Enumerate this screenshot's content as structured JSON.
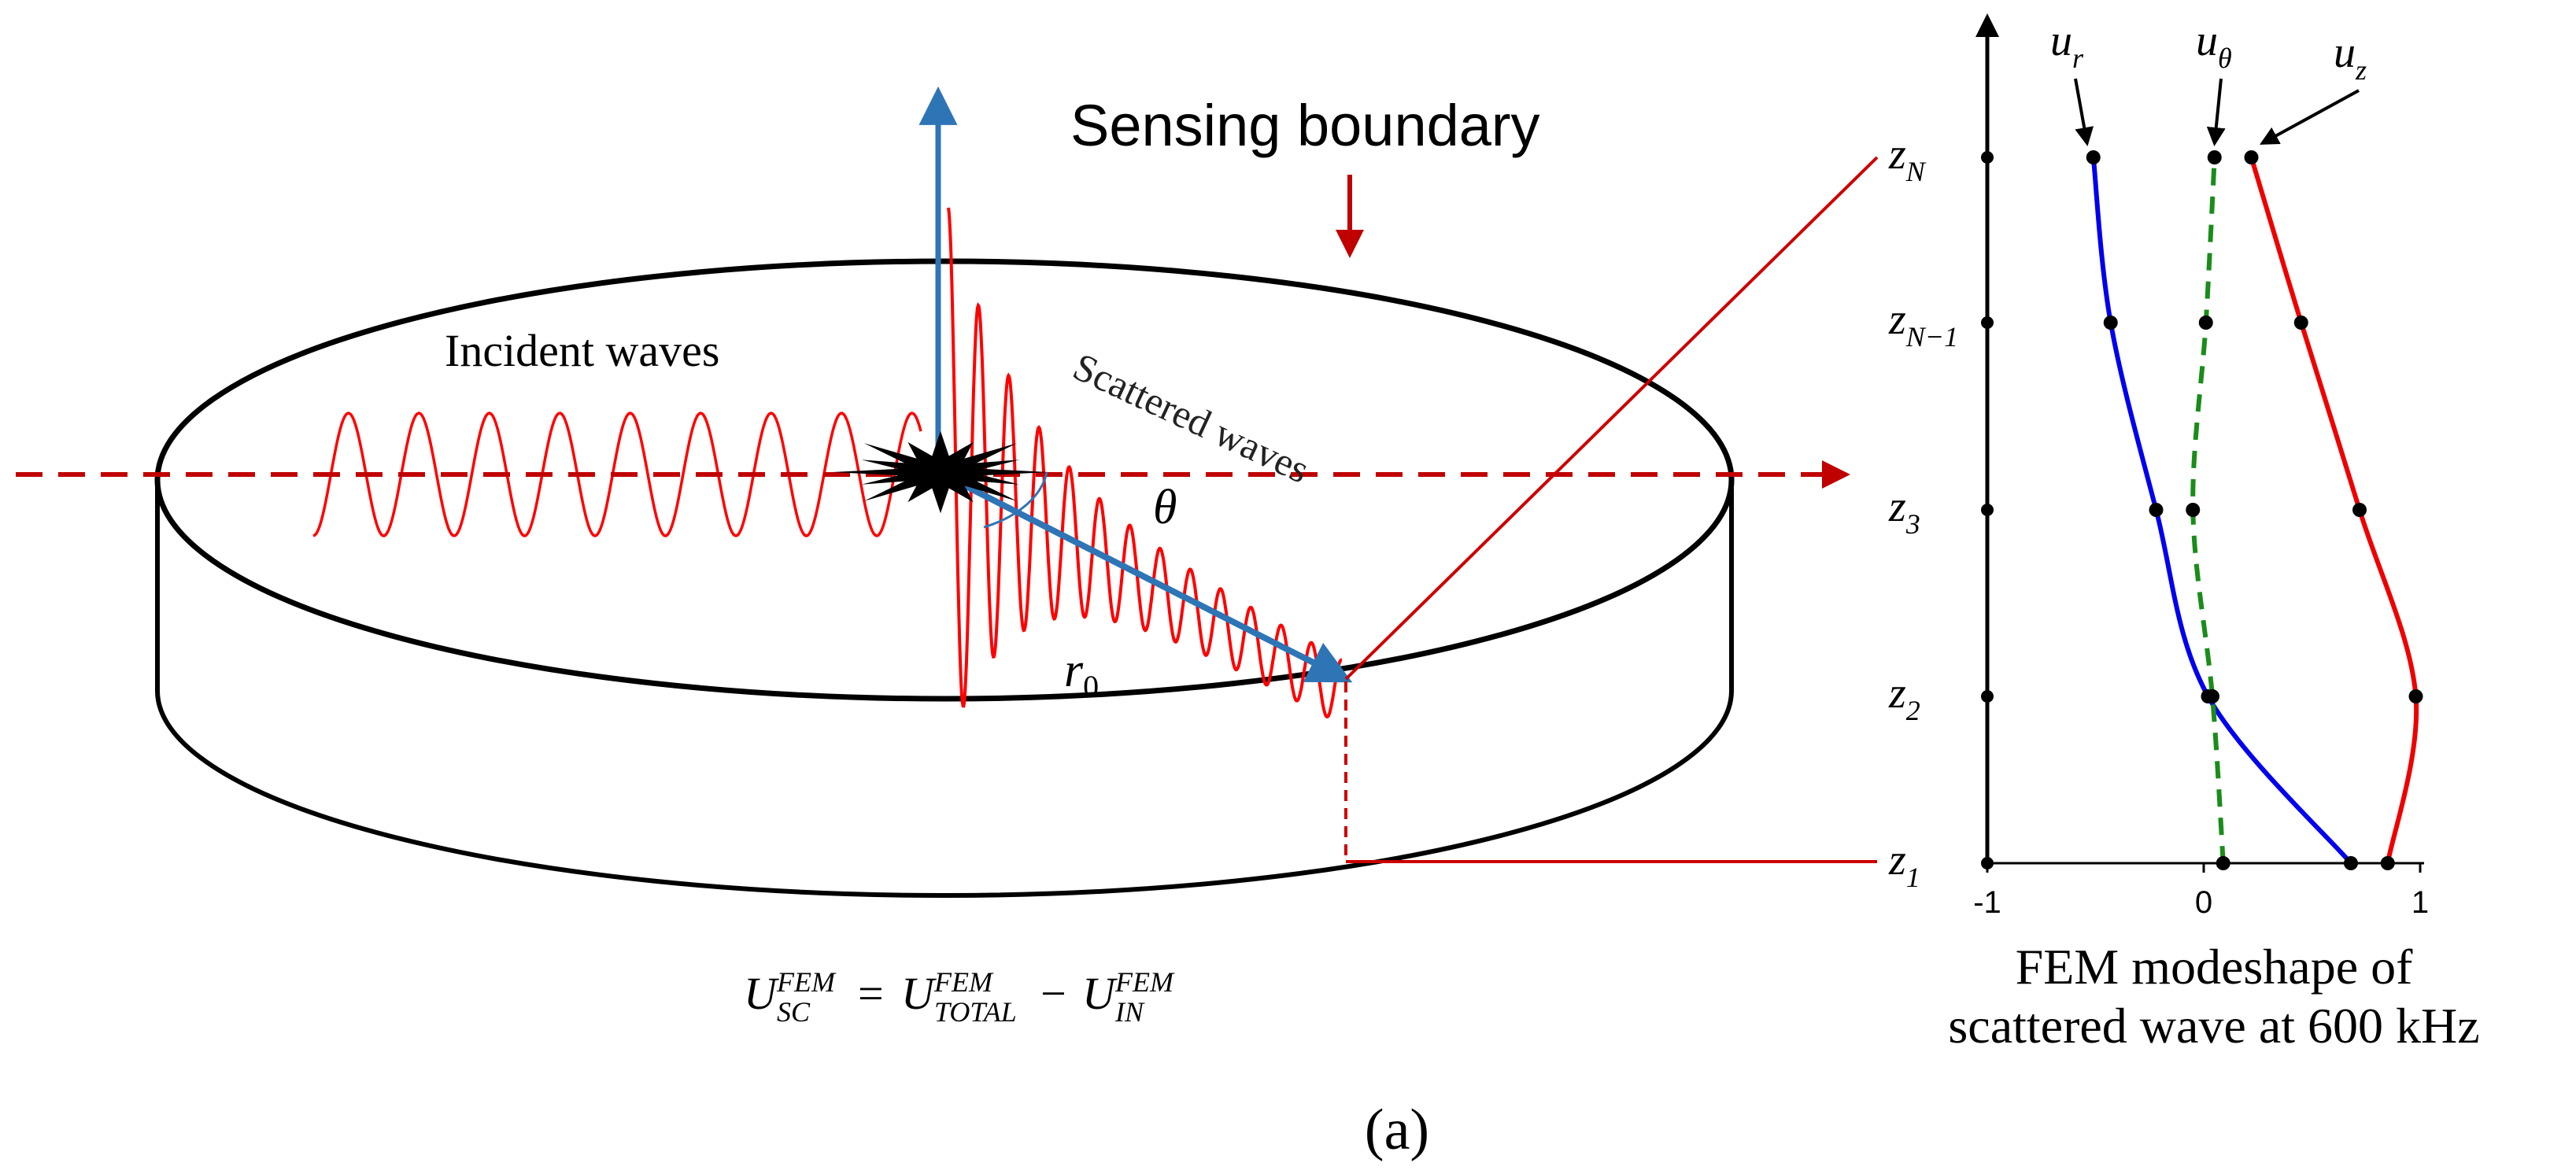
{
  "labels": {
    "sensing_boundary": "Sensing boundary",
    "incident_waves": "Incident waves",
    "scattered_waves": "Scattered waves",
    "theta": "θ",
    "r0_main": "r",
    "r0_sub": "0",
    "equation": {
      "lhs_main": "U",
      "lhs_sup": "FEM",
      "lhs_sub": "SC",
      "eq": "=",
      "t1_main": "U",
      "t1_sup": "FEM",
      "t1_sub": "TOTAL",
      "minus": "−",
      "t2_main": "U",
      "t2_sup": "FEM",
      "t2_sub": "IN"
    },
    "caption_line1": "FEM modeshape of",
    "caption_line2": "scattered wave at 600 kHz",
    "panel_label": "(a)"
  },
  "chart_data": {
    "type": "line",
    "title": "FEM modeshape of scattered wave at 600 kHz",
    "xlabel": "",
    "ylabel": "",
    "xlim": [
      -1,
      1
    ],
    "x_ticks": [
      "-1",
      "0",
      "1"
    ],
    "y_ticks": [
      {
        "main": "z",
        "sub": "1"
      },
      {
        "main": "z",
        "sub": "2"
      },
      {
        "main": "z",
        "sub": "3"
      },
      {
        "main": "z",
        "sub": "N−1"
      },
      {
        "main": "z",
        "sub": "N"
      }
    ],
    "grid": false,
    "series": [
      {
        "name": "u_r",
        "label_main": "u",
        "label_sub": "r",
        "color": "#0000ee",
        "style": "solid",
        "values": [
          0.68,
          0.02,
          -0.22,
          -0.43,
          -0.51
        ]
      },
      {
        "name": "u_θ",
        "label_main": "u",
        "label_sub": "θ",
        "color": "#1a8c1a",
        "style": "dashed",
        "values": [
          0.09,
          0.04,
          -0.05,
          0.01,
          0.05
        ]
      },
      {
        "name": "u_z",
        "label_main": "u",
        "label_sub": "z",
        "color": "#ee0000",
        "style": "solid",
        "values": [
          0.85,
          0.98,
          0.72,
          0.45,
          0.22
        ]
      }
    ]
  },
  "colors": {
    "wave": "#ff0000",
    "arrow_blue": "#2e75b6",
    "dark_red": "#c00000",
    "line_red": "#cc0000",
    "outline": "#000000"
  }
}
